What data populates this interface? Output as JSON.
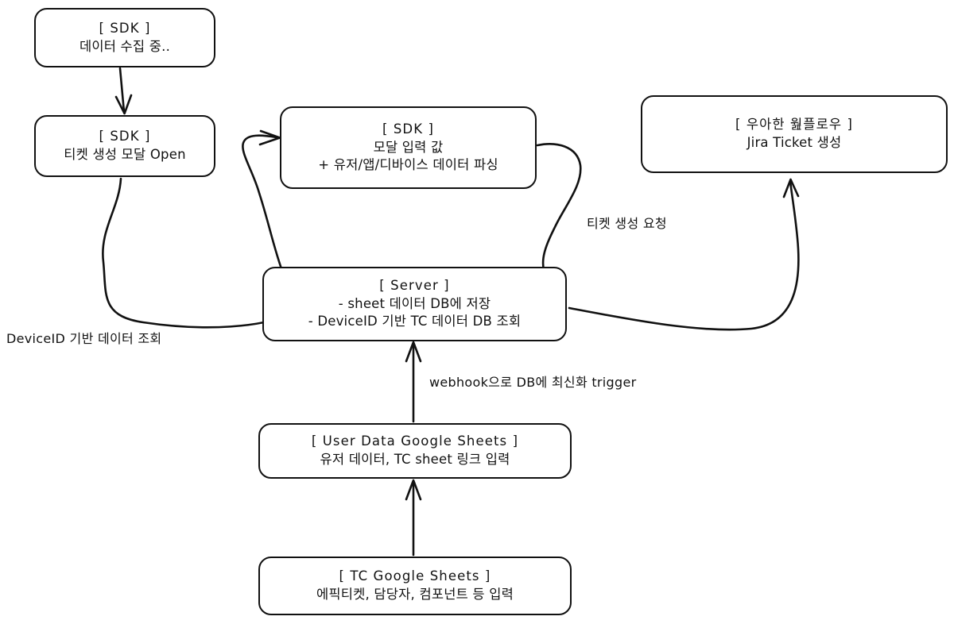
{
  "diagram": {
    "type": "flowchart",
    "title": "SDK to Jira ticket creation flow",
    "background_color": "#ffffff",
    "stroke_color": "#111111",
    "nodes": [
      {
        "id": "sdk-collect",
        "lines": [
          "[ SDK ]",
          "데이터 수집 중.."
        ]
      },
      {
        "id": "sdk-modal-open",
        "lines": [
          "[ SDK ]",
          "티켓 생성 모달 Open"
        ]
      },
      {
        "id": "sdk-parse",
        "lines": [
          "[ SDK ]",
          "모달 입력 값",
          "+ 유저/앱/디바이스 데이터 파싱"
        ]
      },
      {
        "id": "workflow",
        "lines": [
          "[ 우아한 웚플로우 ]",
          "Jira Ticket 생성"
        ]
      },
      {
        "id": "server",
        "lines": [
          "[ Server ]",
          "- sheet 데이터 DB에 저장",
          "- DeviceID 기반 TC 데이터 DB 조회"
        ]
      },
      {
        "id": "user-sheets",
        "lines": [
          "[ User Data Google Sheets ]",
          "유저 데이터, TC sheet 링크 입력"
        ]
      },
      {
        "id": "tc-sheets",
        "lines": [
          "[ TC Google Sheets ]",
          "에픽티켓, 담당자, 컴포넌트 등 입력"
        ]
      }
    ],
    "edge_labels": [
      {
        "id": "device-query",
        "text": "DeviceID 기반 데이터 조회"
      },
      {
        "id": "ticket-request",
        "text": "티켓 생성 요청"
      },
      {
        "id": "webhook-trigger",
        "text": "webhook으로 DB에 최신화 trigger"
      }
    ],
    "edges": [
      {
        "from": "sdk-collect",
        "to": "sdk-modal-open",
        "style": "straight-arrow",
        "label": ""
      },
      {
        "from": "sdk-modal-open",
        "to": "server",
        "style": "curve",
        "label": "DeviceID 기반 데이터 조회"
      },
      {
        "from": "server",
        "to": "sdk-parse",
        "style": "curve-arrow",
        "label": ""
      },
      {
        "from": "sdk-parse",
        "to": "server",
        "style": "curve",
        "label": ""
      },
      {
        "from": "server",
        "to": "workflow",
        "style": "curve-arrow",
        "label": "티켓 생성 요청"
      },
      {
        "from": "user-sheets",
        "to": "server",
        "style": "straight-arrow",
        "label": "webhook으로 DB에 최신화 trigger"
      },
      {
        "from": "tc-sheets",
        "to": "user-sheets",
        "style": "straight-arrow",
        "label": ""
      }
    ]
  }
}
